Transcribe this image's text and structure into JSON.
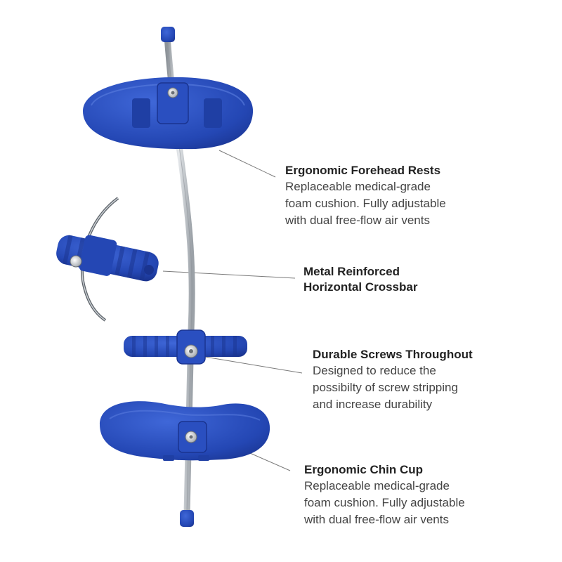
{
  "callouts": [
    {
      "title": "Ergonomic Forehead Rests",
      "lines": [
        "Replaceable medical-grade",
        "foam cushion. Fully adjustable",
        "with dual free-flow air vents"
      ]
    },
    {
      "title_lines": [
        "Metal Reinforced",
        "Horizontal Crossbar"
      ]
    },
    {
      "title": "Durable Screws Throughout",
      "lines": [
        "Designed to reduce the",
        "possibilty of screw stripping",
        "and increase durability"
      ]
    },
    {
      "title": "Ergonomic Chin Cup",
      "lines": [
        "Replaceable medical-grade",
        "foam cushion. Fully adjustable",
        "with dual free-flow air vents"
      ]
    }
  ],
  "colors": {
    "plastic_blue": "#2a4fc0",
    "plastic_blue_dark": "#1b3590",
    "metal": "#b9bec4",
    "leader_line": "#7a7a7a",
    "background": "#ffffff"
  }
}
